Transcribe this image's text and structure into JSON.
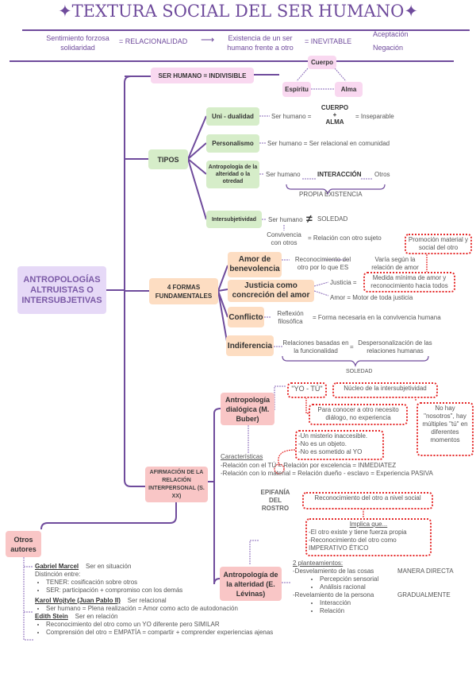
{
  "title": "✦TEXTURA SOCIAL DEL SER HUMANO✦",
  "header": {
    "a": "Sentimiento forzosa",
    "a2": "solidaridad",
    "b": "= RELACIONALIDAD",
    "c": "Existencia de un ser",
    "c2": "humano frente a otro",
    "d": "= INEVITABLE",
    "e": "Aceptación",
    "f": "Negación"
  },
  "colors": {
    "accent": "#7b5aa6",
    "pink": "#f9d8f0",
    "green": "#d6edc9",
    "orange": "#fdddc2",
    "salmon": "#f9c6c6",
    "lavender": "#e6d9f7",
    "red": "#e52a2a"
  },
  "root": "ANTROPOLOGÍAS ALTRUISTAS O INTERSUBJETIVAS",
  "indivisible": {
    "label": "SER HUMANO = INDIVISIBLE",
    "cuerpo": "Cuerpo",
    "espiritu": "Espíritu",
    "alma": "Alma"
  },
  "tipos": {
    "label": "TIPOS",
    "uni": {
      "label": "Uni - dualidad",
      "t1": "Ser humano =",
      "t2": "CUERPO",
      "t3": "+",
      "t4": "ALMA",
      "t5": "= Inseparable"
    },
    "pers": {
      "label": "Personalismo",
      "t1": "Ser humano = Ser relacional en comunidad"
    },
    "alt": {
      "label": "Antropología de la alteridad o la otredad",
      "t1": "Ser humano",
      "t2": "INTERACCIÓN",
      "t3": "Otros",
      "t4": "PROPIA EXISTENCIA"
    },
    "inter": {
      "label": "Intersubjetividad",
      "t1": "Ser humano",
      "t2": "≠",
      "t3": "SOLEDAD",
      "t4": "Convivencia",
      "t5": "con otros",
      "t6": "= Relación con otro sujeto"
    }
  },
  "formas": {
    "label": "4 FORMAS FUNDAMENTALES",
    "amor": {
      "label": "Amor de benevolencia",
      "t1": "Reconocimiento del otro por lo que ES",
      "t2": "Varía según la relación de amor",
      "t3": "Promoción material y social del otro"
    },
    "just": {
      "label": "Justicia como concreción del amor",
      "t1": "Justicia =",
      "t2": "Medida mínima de amor y reconocimiento hacia todos",
      "t3": "Amor = Motor de toda justicia"
    },
    "conf": {
      "label": "Conflicto",
      "t1": "Reflexión filosófica",
      "t2": "= Forma necesaria en la convivencia humana"
    },
    "indif": {
      "label": "Indiferencia",
      "t1": "Relaciones basadas en la funcionalidad",
      "t2": "=",
      "t3": "Despersonalización de las relaciones humanas",
      "t4": "SOLEDAD"
    }
  },
  "afirm": {
    "label": "AFIRMACIÓN DE LA RELACIÓN INTERPERSONAL (S. XX)",
    "buber": {
      "label": "Antropología dialógica (M. Buber)",
      "yotu": "\"YO - TÚ\"",
      "nucleo": "Núcleo de la intersubjetividad",
      "conocer": "Para conocer a otro necesito diálogo, no experiencia",
      "nohay": "No hay \"nosotros\", hay múltiples \"tú\" en diferentes momentos",
      "misterio": [
        "-Un misterio inaccesible.",
        "-No es un objeto.",
        "-No es sometido al YO"
      ],
      "car": "Características",
      "c1a": "-Relación con el ",
      "c1b": "TÚ",
      "c1c": " = Relación por excelencia = INMEDIATEZ",
      "c2": "-Relación con lo material = Relación dueño - esclavo = Experiencia PASIVA"
    },
    "levinas": {
      "label": "Antropología de la alteridad (E. Lévinas)",
      "epifania": "EPIFANÍA DEL ROSTRO",
      "recon": "Reconocimiento del otro a nivel social",
      "implica": "Implica que...",
      "i1": "-El otro existe y tiene fuerza propia",
      "i2": "-Reconocimiento del otro como IMPERATIVO ÉTICO",
      "plan": "2 planteamientos:",
      "p1": "-Desvelamiento de las cosas",
      "p1m": "MANERA DIRECTA",
      "p1a": [
        "Percepción sensorial",
        "Análisis racional"
      ],
      "p2": "-Revelamiento de la persona",
      "p2m": "GRADUALMENTE",
      "p2a": [
        "Interacción",
        "Relación"
      ]
    }
  },
  "otros": {
    "label": "Otros autores",
    "marcel": {
      "name": "Gabriel Marcel",
      "desc": "Ser en situación",
      "t1": "Distinción entre:",
      "items": [
        "TENER: cosificación sobre otros",
        "SER: participación + compromiso con los demás"
      ]
    },
    "wojtyla": {
      "name": "Karol Wojtyle (Juan Pablo II)",
      "desc": "Ser relacional",
      "items": [
        "Ser humano = Plena realización = Amor como acto de autodonación"
      ]
    },
    "stein": {
      "name": "Edith Stein",
      "desc": "Ser en relación",
      "items": [
        "Reconocimiento del otro como un YO diferente pero SIMILAR",
        "Comprensión del otro = EMPATÍA = compartir + comprender experiencias ajenas"
      ]
    }
  }
}
